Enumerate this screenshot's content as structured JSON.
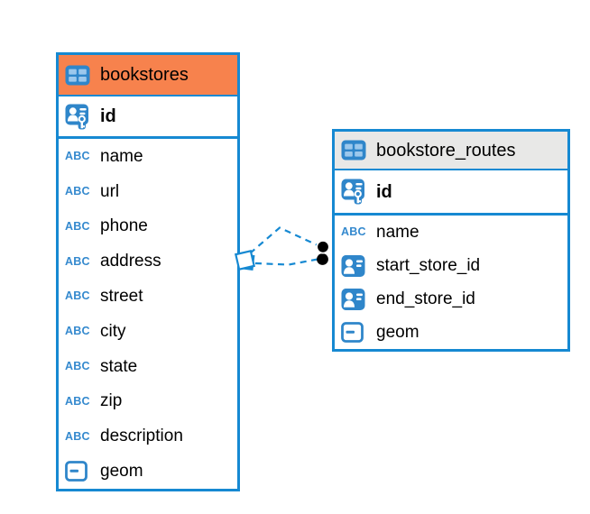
{
  "diagram_type": "entity-relationship",
  "icons": {
    "text_type_label": "ABC"
  },
  "colors": {
    "table_border_blue": "#1689D2",
    "bookstores_header_orange": "#F7824D",
    "routes_header_gray": "#E8E8E7",
    "icon_blue": "#2F86CA",
    "icon_cell_light_blue": "#9CC8EC",
    "connector_endpoint_black": "#000000"
  },
  "tables": [
    {
      "title": "bookstores",
      "primary_key": {
        "name": "id",
        "type": "primary-key"
      },
      "columns": [
        {
          "name": "name",
          "type": "text"
        },
        {
          "name": "url",
          "type": "text"
        },
        {
          "name": "phone",
          "type": "text"
        },
        {
          "name": "address",
          "type": "text"
        },
        {
          "name": "street",
          "type": "text"
        },
        {
          "name": "city",
          "type": "text"
        },
        {
          "name": "state",
          "type": "text"
        },
        {
          "name": "zip",
          "type": "text"
        },
        {
          "name": "description",
          "type": "text"
        },
        {
          "name": "geom",
          "type": "geometry"
        }
      ]
    },
    {
      "title": "bookstore_routes",
      "primary_key": {
        "name": "id",
        "type": "primary-key"
      },
      "columns": [
        {
          "name": "name",
          "type": "text"
        },
        {
          "name": "start_store_id",
          "type": "reference"
        },
        {
          "name": "end_store_id",
          "type": "reference"
        },
        {
          "name": "geom",
          "type": "geometry"
        }
      ]
    }
  ],
  "connections": [
    {
      "from_table": "bookstores",
      "to_table": "bookstore_routes",
      "style": "dashed"
    },
    {
      "from_table": "bookstores",
      "to_table": "bookstore_routes",
      "style": "dashed"
    }
  ]
}
